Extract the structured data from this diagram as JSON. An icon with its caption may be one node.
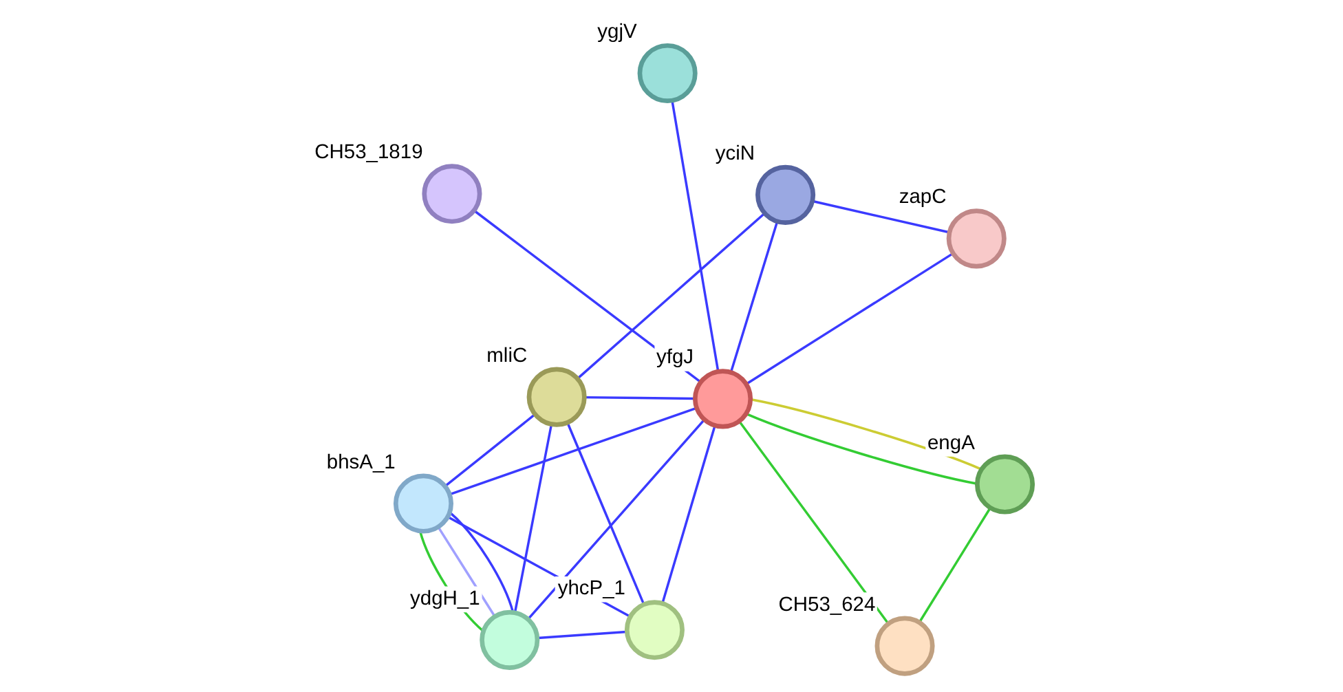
{
  "diagram": {
    "nodes": [
      {
        "text": [
          "engA"
        ]
      },
      {
        "text": [
          "ygjV"
        ]
      },
      {
        "text": [
          "CH53_624"
        ]
      },
      {
        "text": [
          "zapC"
        ]
      },
      {
        "text": [
          "yfgJ"
        ]
      },
      {
        "text": [
          "CH53_1819"
        ]
      },
      {
        "text": [
          "yciN"
        ]
      },
      {
        "text": [
          "bhsA_1"
        ]
      },
      {
        "text": [
          "mliC"
        ]
      },
      {
        "text": [
          "yhcP_1"
        ]
      },
      {
        "text": [
          "ydgH_1"
        ]
      }
    ],
    "edges": [
      {
        "from": 1,
        "to": 4,
        "arrow": "none"
      },
      {
        "from": 0,
        "to": 4,
        "arrow": "none",
        "color": "#33cc33"
      },
      {
        "from": 0,
        "to": 4,
        "arrow": "none",
        "color": "#cccc33"
      },
      {
        "from": 0,
        "to": 2,
        "arrow": "none",
        "color": "#33cc33"
      },
      {
        "from": 2,
        "to": 4,
        "arrow": "none",
        "color": "#33cc33"
      },
      {
        "from": 3,
        "to": 4,
        "arrow": "none"
      },
      {
        "from": 4,
        "to": 5,
        "arrow": "none"
      },
      {
        "from": 3,
        "to": 6,
        "arrow": "none"
      },
      {
        "from": 4,
        "to": 6,
        "arrow": "none"
      },
      {
        "from": 4,
        "to": 8,
        "arrow": "none"
      },
      {
        "from": 4,
        "to": 10,
        "arrow": "none"
      },
      {
        "from": 4,
        "to": 7,
        "arrow": "none"
      },
      {
        "from": 4,
        "to": 9,
        "arrow": "none"
      },
      {
        "from": 6,
        "to": 8,
        "arrow": "none"
      },
      {
        "from": 8,
        "to": 7,
        "arrow": "none"
      },
      {
        "from": 8,
        "to": 9,
        "arrow": "none"
      },
      {
        "from": 8,
        "to": 10,
        "arrow": "none"
      },
      {
        "from": 7,
        "to": 10,
        "arrow": "none"
      },
      {
        "from": 7,
        "to": 10,
        "arrow": "none",
        "color": "#33cc33"
      },
      {
        "from": 7,
        "to": 10,
        "arrow": "none",
        "color": "#a0a0ff"
      },
      {
        "from": 7,
        "to": 9,
        "arrow": "none"
      },
      {
        "from": 10,
        "to": 9,
        "arrow": "none"
      }
    ]
  }
}
